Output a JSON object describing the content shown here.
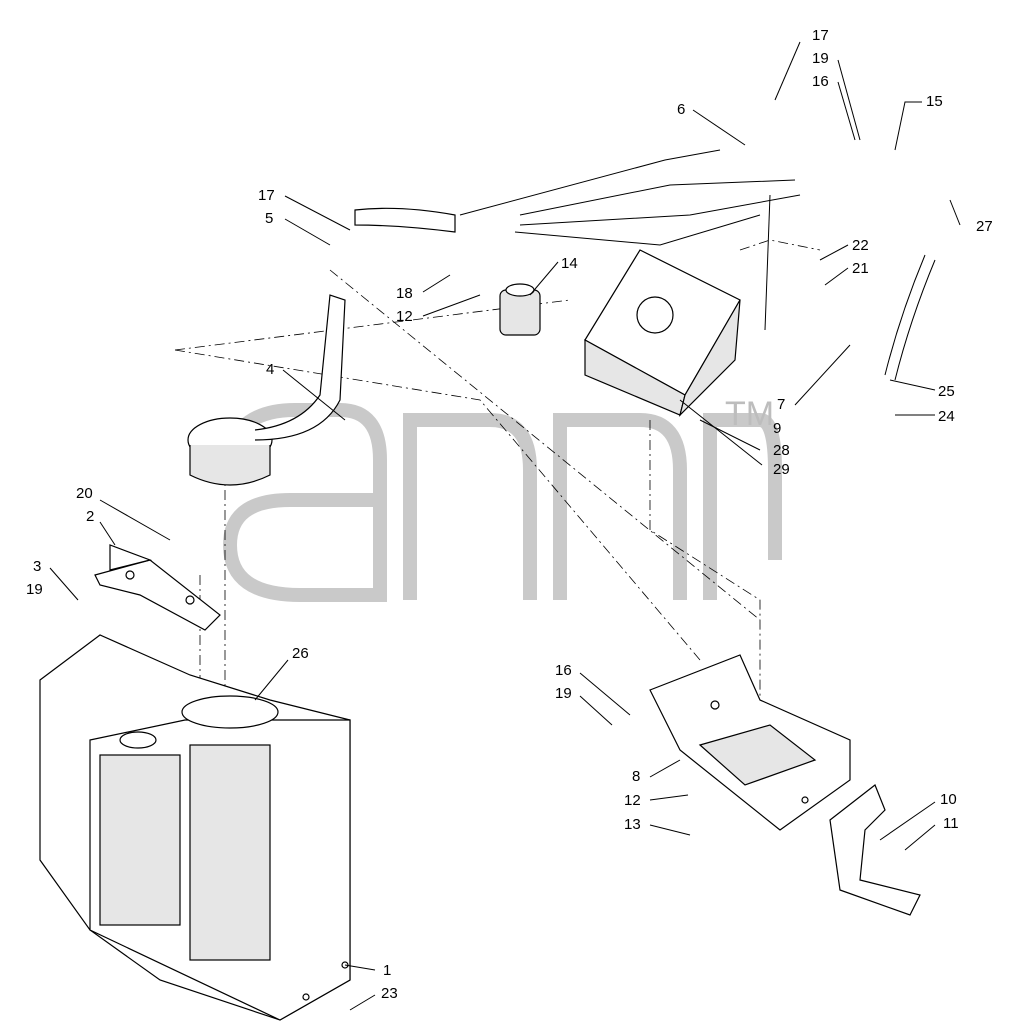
{
  "watermark": {
    "trademark": "TM"
  },
  "callouts": [
    {
      "id": "c17a",
      "text": "17"
    },
    {
      "id": "c19a",
      "text": "19"
    },
    {
      "id": "c16a",
      "text": "16"
    },
    {
      "id": "c15",
      "text": "15"
    },
    {
      "id": "c6",
      "text": "6"
    },
    {
      "id": "c27",
      "text": "27"
    },
    {
      "id": "c17b",
      "text": "17"
    },
    {
      "id": "c5",
      "text": "5"
    },
    {
      "id": "c22",
      "text": "22"
    },
    {
      "id": "c21",
      "text": "21"
    },
    {
      "id": "c14",
      "text": "14"
    },
    {
      "id": "c18",
      "text": "18"
    },
    {
      "id": "c12a",
      "text": "12"
    },
    {
      "id": "c4",
      "text": "4"
    },
    {
      "id": "c25",
      "text": "25"
    },
    {
      "id": "c24",
      "text": "24"
    },
    {
      "id": "c7",
      "text": "7"
    },
    {
      "id": "c9",
      "text": "9"
    },
    {
      "id": "c28",
      "text": "28"
    },
    {
      "id": "c29",
      "text": "29"
    },
    {
      "id": "c20",
      "text": "20"
    },
    {
      "id": "c2",
      "text": "2"
    },
    {
      "id": "c3",
      "text": "3"
    },
    {
      "id": "c19b",
      "text": "19"
    },
    {
      "id": "c26",
      "text": "26"
    },
    {
      "id": "c16b",
      "text": "16"
    },
    {
      "id": "c19c",
      "text": "19"
    },
    {
      "id": "c8",
      "text": "8"
    },
    {
      "id": "c12b",
      "text": "12"
    },
    {
      "id": "c13",
      "text": "13"
    },
    {
      "id": "c10",
      "text": "10"
    },
    {
      "id": "c11",
      "text": "11"
    },
    {
      "id": "c1",
      "text": "1"
    },
    {
      "id": "c23",
      "text": "23"
    }
  ]
}
